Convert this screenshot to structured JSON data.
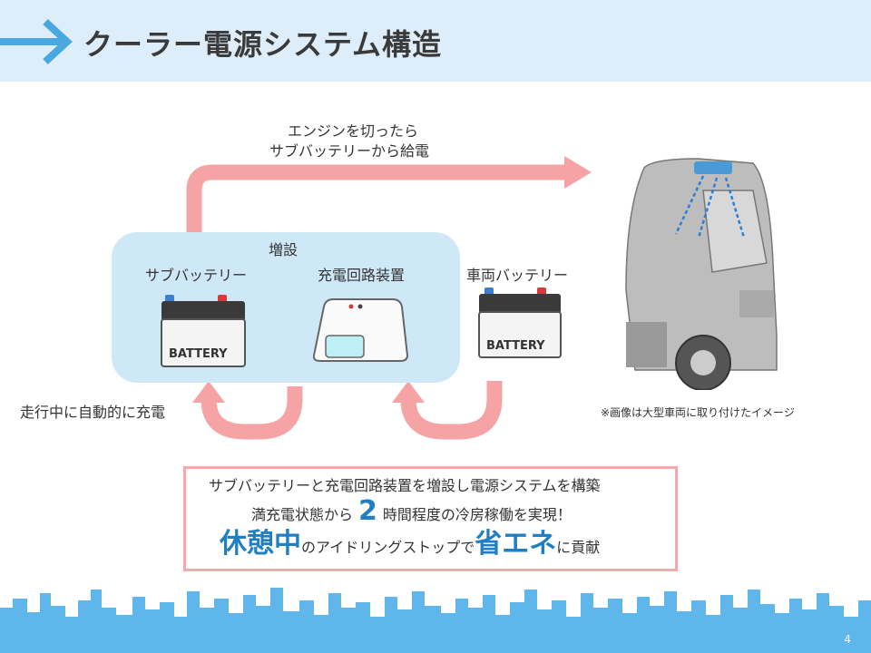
{
  "header": {
    "title": "クーラー電源システム構造"
  },
  "diagram": {
    "arrow_top_label_line1": "エンジンを切ったら",
    "arrow_top_label_line2": "サブバッテリーから給電",
    "added_label": "増設",
    "sub_battery_label": "サブバッテリー",
    "charger_label": "充電回路装置",
    "vehicle_battery_label": "車両バッテリー",
    "battery_text": "BATTERY",
    "charging_note": "走行中に自動的に充電",
    "truck_note": "※画像は大型車両に取り付けたイメージ"
  },
  "info": {
    "line1": "サブバッテリーと充電回路装置を増設し電源システムを構築",
    "line2_pre": "満充電状態から",
    "line2_num": "2",
    "line2_post": "時間程度の冷房稼働を実現！",
    "line3_a": "休憩中",
    "line3_b": "のアイドリングストップで",
    "line3_c": "省エネ",
    "line3_d": "に貢献"
  },
  "footer": {
    "page_number": "4"
  },
  "colors": {
    "header_bg": "#ddeefa",
    "arrow_pink": "#f6a3a6",
    "panel_blue": "#cfe8f7",
    "accent_blue": "#1f7fc2",
    "skyline_blue": "#5fb6ea"
  }
}
